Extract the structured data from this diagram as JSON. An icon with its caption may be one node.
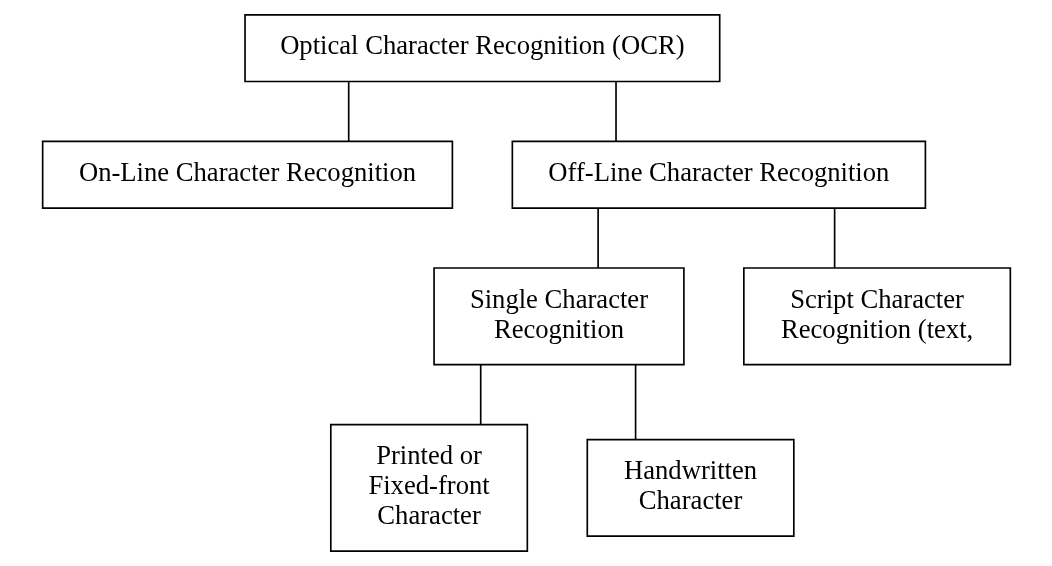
{
  "diagram": {
    "nodes": [
      {
        "text": [
          "Optical Character Recognition (OCR)"
        ]
      },
      {
        "text": [
          "On-Line Character Recognition"
        ]
      },
      {
        "text": [
          "Off-Line Character Recognition"
        ]
      },
      {
        "text": [
          "Single Character Recognition"
        ]
      },
      {
        "text": [
          "Script Character Recognition (text,"
        ]
      },
      {
        "text": [
          "Printed or Fixed-front Character"
        ]
      },
      {
        "text": [
          "Handwritten Character"
        ]
      }
    ],
    "edges": [
      {
        "from": 0,
        "to": 1,
        "arrow": "none"
      },
      {
        "from": 0,
        "to": 2,
        "arrow": "none"
      },
      {
        "from": 2,
        "to": 3,
        "arrow": "none"
      },
      {
        "from": 2,
        "to": 4,
        "arrow": "none"
      },
      {
        "from": 3,
        "to": 5,
        "arrow": "none"
      },
      {
        "from": 3,
        "to": 6,
        "arrow": "none"
      }
    ]
  }
}
